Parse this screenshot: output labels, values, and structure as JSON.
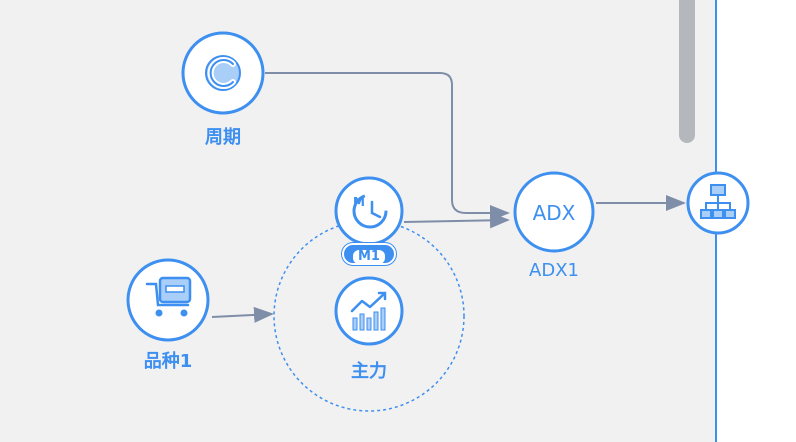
{
  "nodes": {
    "cycle": {
      "label": "周期"
    },
    "variety": {
      "label": "品种1"
    },
    "main": {
      "label": "主力"
    },
    "adx": {
      "icon_text": "ADX",
      "label": "ADX1"
    },
    "timer_badge": {
      "text": "M1"
    }
  },
  "colors": {
    "accent": "#3d8ff0",
    "connector": "#7f8ea8",
    "background": "#f1f1f2",
    "scrollbar": "#b4b7bb"
  },
  "icons": {
    "cycle": "refresh-c-icon",
    "variety": "cart-icon",
    "main": "trend-chart-icon",
    "timer": "clock-icon",
    "output": "network-icon"
  }
}
